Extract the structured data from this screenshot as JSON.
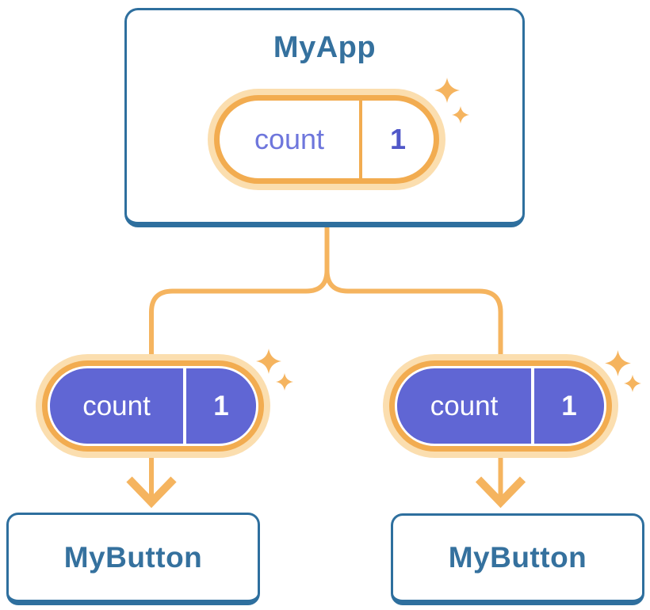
{
  "palette": {
    "card_border": "#2E6F9E",
    "heading_text": "#35719E",
    "orange_ring": "#F2AC50",
    "orange_line": "#F5B45F",
    "cream_halo": "#FBDEAF",
    "purple_pill": "#6066D4",
    "state_name_text": "#6E76DC",
    "state_value_text": "#5057C8"
  },
  "diagram": {
    "root": {
      "title": "MyApp",
      "state": {
        "name": "count",
        "value": "1"
      }
    },
    "children": [
      {
        "label": "MyButton",
        "state": {
          "name": "count",
          "value": "1"
        }
      },
      {
        "label": "MyButton",
        "state": {
          "name": "count",
          "value": "1"
        }
      }
    ]
  }
}
